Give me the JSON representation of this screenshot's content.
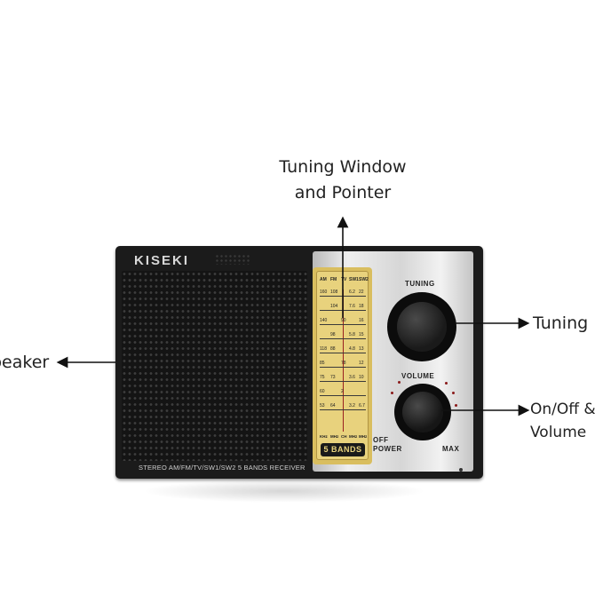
{
  "callouts": {
    "tuning_window": "Tuning Window\nand Pointer",
    "speaker": "peaker",
    "tuning": "Tuning",
    "onoff_volume": "On/Off &\nVolume"
  },
  "radio": {
    "brand": "KISEKI",
    "caption": "STEREO AM/FM/TV/SW1/SW2 5 BANDS RECEIVER",
    "bands_badge": "5 BANDS",
    "tuning_label": "TUNING",
    "volume_label": "VOLUME",
    "off_label": "OFF",
    "power_label": "POWER",
    "max_label": "MAX",
    "band_labels": [
      "AM",
      "FM",
      "TV",
      "SW1",
      "SW2"
    ],
    "scale_rows": [
      [
        "160",
        "108",
        "",
        "6.2",
        "22"
      ],
      [
        "",
        "104",
        "",
        "7.6",
        "18"
      ],
      [
        "140",
        "",
        "90",
        "",
        "16"
      ],
      [
        "",
        "98",
        "",
        "5.8",
        "15"
      ],
      [
        "118",
        "88",
        "",
        "4.8",
        "13"
      ],
      [
        "85",
        "",
        "78",
        "",
        "12"
      ],
      [
        "75",
        "73",
        "",
        "3.6",
        "10"
      ],
      [
        "60",
        "",
        "2",
        "",
        ""
      ],
      [
        "53",
        "64",
        "",
        "3.2",
        "6.7"
      ]
    ],
    "unit_labels": [
      "KHz",
      "MHz",
      "CH",
      "MHz",
      "MHz"
    ],
    "colors": {
      "body": "#1b1b1b",
      "dial": "#e8d27d",
      "pointer": "#9a2020",
      "panel": "#e0e0e0"
    }
  }
}
